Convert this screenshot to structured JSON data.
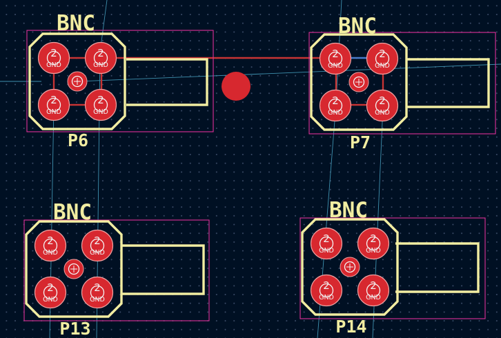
{
  "colors": {
    "background": "#001023",
    "silkscreen": "#f2eda1",
    "courtyard": "#e0309a",
    "pad": "#d7282f",
    "pad_outline": "#f0a0a0",
    "track": "#c83434",
    "ratsnest": "#4aa8c8"
  },
  "footprints": [
    {
      "id": "p6",
      "name": "BNC",
      "reference": "P6",
      "pads": [
        {
          "number": "2",
          "net": "GND"
        },
        {
          "number": "2",
          "net": "GND"
        },
        {
          "number": "2",
          "net": "GND"
        },
        {
          "number": "2",
          "net": "GND"
        }
      ]
    },
    {
      "id": "p7",
      "name": "BNC",
      "reference": "P7",
      "pads": [
        {
          "number": "2",
          "net": "GND"
        },
        {
          "number": "2",
          "net": "GND"
        },
        {
          "number": "2",
          "net": "GND"
        },
        {
          "number": "2",
          "net": "GND"
        }
      ]
    },
    {
      "id": "p13",
      "name": "BNC",
      "reference": "P13",
      "pads": [
        {
          "number": "2",
          "net": "GND"
        },
        {
          "number": "2",
          "net": "GND"
        },
        {
          "number": "2",
          "net": "GND"
        },
        {
          "number": "2",
          "net": "GND"
        }
      ]
    },
    {
      "id": "p14",
      "name": "BNC",
      "reference": "P14",
      "pads": [
        {
          "number": "2",
          "net": "GND"
        },
        {
          "number": "2",
          "net": "GND"
        },
        {
          "number": "2",
          "net": "GND"
        },
        {
          "number": "2",
          "net": "GND"
        }
      ]
    }
  ]
}
